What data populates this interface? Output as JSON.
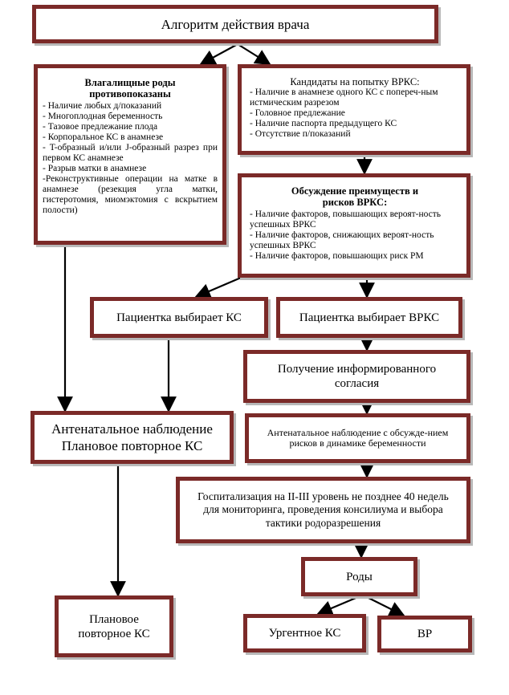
{
  "title": "Алгоритм действия врача",
  "contraindications": {
    "heading": "Влагалищные роды противопоказаны",
    "items": [
      "- Наличие любых д/показаний",
      "- Многоплодная беременность",
      "- Тазовое предлежание плода",
      "- Корпоральное КС в анамнезе",
      "- T-образный и/или J-образный разрез при первом КС анамнезе",
      "- Разрыв матки в анамнезе",
      "-Реконструктивные операции на матке в анамнезе (резекция угла матки, гистеротомия, миомэктомия с вскрытием полости)"
    ]
  },
  "candidates": {
    "heading": "Кандидаты на попытку ВРКС:",
    "items": [
      "- Наличие в анамнезе одного КС с попереч-ным истмическим разрезом",
      "- Головное предлежание",
      "- Наличие паспорта предыдущего КС",
      "- Отсутствие п/показаний"
    ]
  },
  "discussion": {
    "heading": "Обсуждение преимуществ и рисков ВРКС:",
    "items": [
      "- Наличие факторов, повышающих вероят-ность успешных ВРКС",
      "- Наличие факторов, снижающих вероят-ность успешных ВРКС",
      "- Наличие факторов, повышающих риск РМ"
    ]
  },
  "choice_cs": "Пациентка выбирает КС",
  "choice_vrks": "Пациентка выбирает ВРКС",
  "consent": "Получение информированного согласия",
  "antenatal_left": [
    "Антенатальное наблюдение",
    "Плановое повторное КС"
  ],
  "antenatal_right": "Антенатальное наблюдение с обсужде-нием рисков в динамике беременности",
  "hospital": "Госпитализация на II-III уровень не позднее 40 недель для мониторинга, проведения консилиума и выбора тактики родоразрешения",
  "birth": "Роды",
  "planned_cs": "Плановое повторное КС",
  "urgent_cs": "Ургентное КС",
  "vr": "ВР",
  "colors": {
    "border": "#7b2a28",
    "shadow": "#b8b8b8",
    "arrow": "#000000"
  }
}
